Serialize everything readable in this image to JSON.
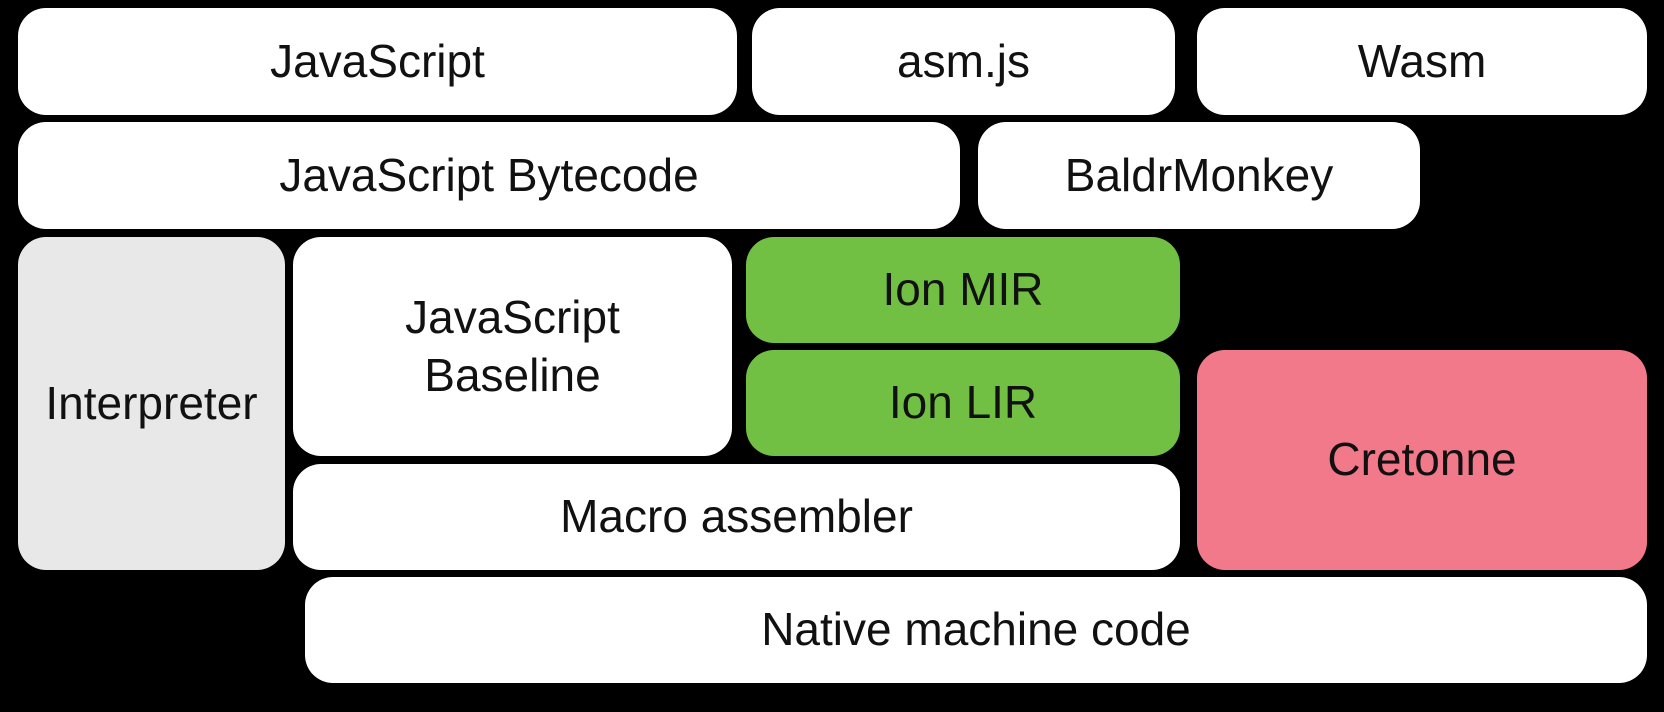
{
  "diagram": {
    "background": "#000000",
    "text_color": "#111111",
    "colors": {
      "default": "#ffffff",
      "interpreter": "#e8e8e8",
      "ion": "#72c043",
      "cretonne": "#f2798a"
    },
    "nodes": [
      {
        "id": "javascript",
        "label": "JavaScript",
        "kind": "default"
      },
      {
        "id": "asm-js",
        "label": "asm.js",
        "kind": "default"
      },
      {
        "id": "wasm",
        "label": "Wasm",
        "kind": "default"
      },
      {
        "id": "javascript-bytecode",
        "label": "JavaScript Bytecode",
        "kind": "default"
      },
      {
        "id": "baldrmonkey",
        "label": "BaldrMonkey",
        "kind": "default"
      },
      {
        "id": "interpreter",
        "label": "Interpreter",
        "kind": "interpreter"
      },
      {
        "id": "javascript-baseline",
        "label": "JavaScript\nBaseline",
        "kind": "default"
      },
      {
        "id": "ion-mir",
        "label": "Ion MIR",
        "kind": "ion"
      },
      {
        "id": "ion-lir",
        "label": "Ion LIR",
        "kind": "ion"
      },
      {
        "id": "cretonne",
        "label": "Cretonne",
        "kind": "cretonne"
      },
      {
        "id": "macro-assembler",
        "label": "Macro assembler",
        "kind": "default"
      },
      {
        "id": "native-machine-code",
        "label": "Native machine code",
        "kind": "default"
      }
    ]
  }
}
